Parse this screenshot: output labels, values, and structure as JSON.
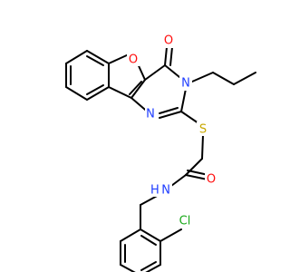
{
  "colors": {
    "bond": "#000000",
    "oxygen": "#ff0d0d",
    "nitrogen": "#1e3cff",
    "sulfur": "#c8a800",
    "chlorine": "#18a818",
    "carbon": "#000000"
  },
  "atoms": {
    "O_furan": "O",
    "O_carbonyl_top": "O",
    "N3": "N",
    "N1": "N",
    "S": "S",
    "O_amide": "O",
    "NH": "H N",
    "Cl": "Cl"
  }
}
